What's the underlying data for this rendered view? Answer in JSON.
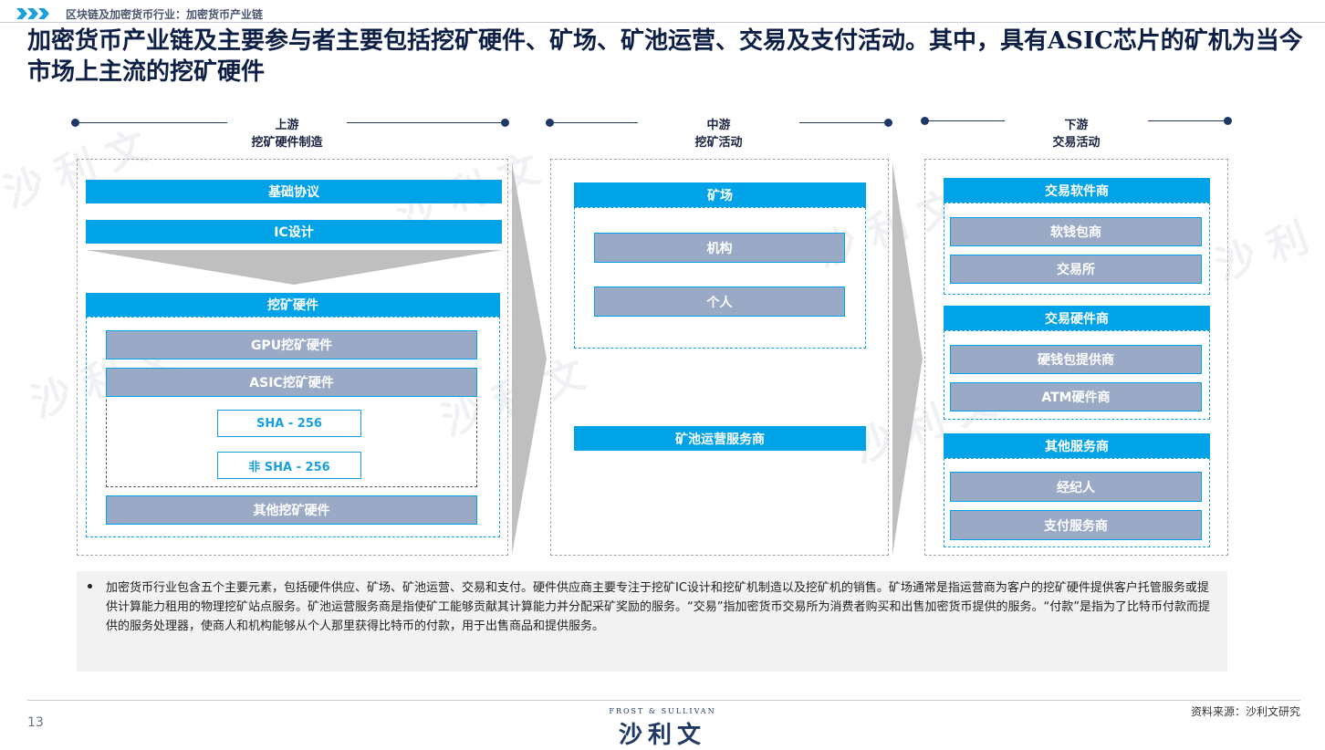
{
  "header": {
    "breadcrumb": "区块链及加密货币行业：加密货币产业链",
    "title": "加密货币产业链及主要参与者主要包括挖矿硬件、矿场、矿池运营、交易及支付活动。其中，具有ASIC芯片的矿机为当今市场上主流的挖矿硬件"
  },
  "upstream": {
    "heading": "上游",
    "subheading": "挖矿硬件制造",
    "protocol": "基础协议",
    "ic_design": "IC设计",
    "mining_hw": "挖矿硬件",
    "gpu": "GPU挖矿硬件",
    "asic": "ASIC挖矿硬件",
    "sha256": "SHA - 256",
    "non_sha256": "非 SHA - 256",
    "other_hw": "其他挖矿硬件"
  },
  "midstream": {
    "heading": "中游",
    "subheading": "挖矿活动",
    "farm": "矿场",
    "institution": "机构",
    "individual": "个人",
    "pool": "矿池运营服务商"
  },
  "downstream": {
    "heading": "下游",
    "subheading": "交易活动",
    "software_vendor": "交易软件商",
    "soft_wallet": "软钱包商",
    "exchange": "交易所",
    "hardware_vendor": "交易硬件商",
    "hard_wallet": "硬钱包提供商",
    "atm": "ATM硬件商",
    "other_vendor": "其他服务商",
    "broker": "经纪人",
    "payment": "支付服务商"
  },
  "note": {
    "text": "加密货币行业包含五个主要元素，包括硬件供应、矿场、矿池运营、交易和支付。硬件供应商主要专注于挖矿IC设计和挖矿机制造以及挖矿机的销售。矿场通常是指运营商为客户的挖矿硬件提供客户托管服务或提供计算能力租用的物理挖矿站点服务。矿池运营服务商是指使矿工能够贡献其计算能力并分配采矿奖励的服务。“交易”指加密货币交易所为消费者购买和出售加密货币提供的服务。“付款”是指为了比特币付款而提供的服务处理器，使商人和机构能够从个人那里获得比特币的付款，用于出售商品和提供服务。"
  },
  "footer": {
    "page": "13",
    "logo_sub": "FROST & SULLIVAN",
    "logo_main": "沙利文",
    "source": "资料来源：沙利文研究"
  },
  "colors": {
    "accent": "#00a3e8",
    "gray_bar": "#9aa9c6",
    "navy": "#1f3864"
  }
}
